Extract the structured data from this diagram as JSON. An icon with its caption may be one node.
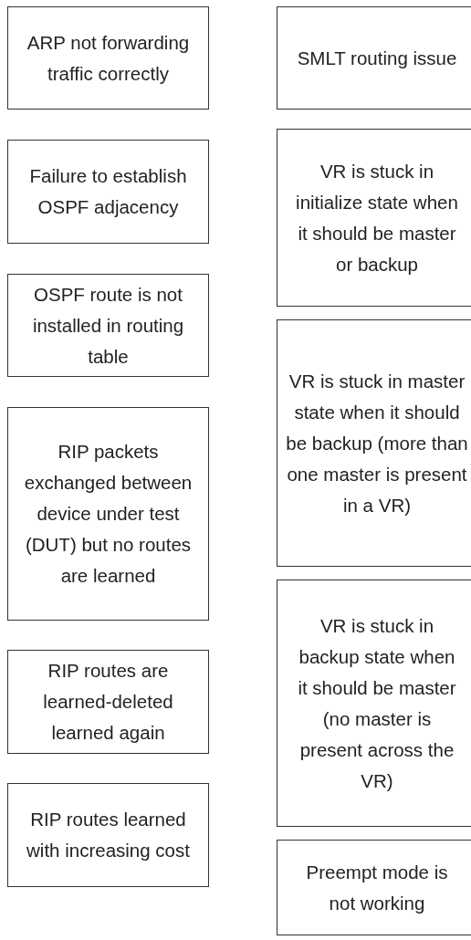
{
  "diagram": {
    "nodes": [
      {
        "text": [
          "ARP not forwarding traffic correctly"
        ]
      },
      {
        "text": [
          "Failure to establish OSPF adjacency"
        ]
      },
      {
        "text": [
          "OSPF route is not installed in routing table"
        ]
      },
      {
        "text": [
          "RIP packets exchanged between device under test (DUT) but no routes are learned"
        ]
      },
      {
        "text": [
          "RIP routes are learned-deleted learned again"
        ]
      },
      {
        "text": [
          "RIP routes learned with increasing cost"
        ]
      },
      {
        "text": [
          "SMLT routing issue"
        ]
      },
      {
        "text": [
          "VR is stuck in initialize state when it should be master or backup"
        ]
      },
      {
        "text": [
          "VR is stuck in master state when it should be backup (more than one master is present in a VR)"
        ]
      },
      {
        "text": [
          "VR is stuck in backup state when it should be master (no master is present across the VR)"
        ]
      },
      {
        "text": [
          "Preempt mode is not working"
        ]
      }
    ]
  }
}
